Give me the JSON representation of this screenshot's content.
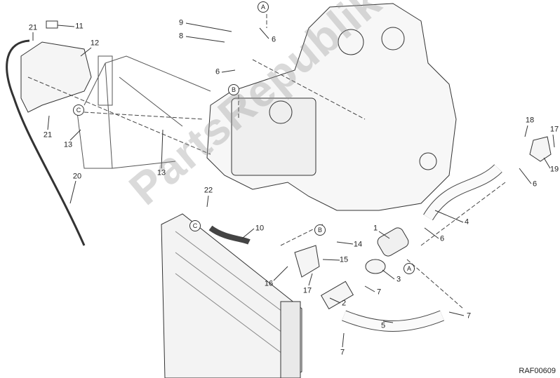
{
  "diagram": {
    "drawing_code": "RAF00609",
    "watermark": "PartsRepublik",
    "part_labels": [
      "21",
      "11",
      "12",
      "9",
      "8",
      "6",
      "6",
      "21",
      "13",
      "13",
      "20",
      "22",
      "10",
      "18",
      "17",
      "19",
      "6",
      "4",
      "6",
      "1",
      "14",
      "15",
      "16",
      "17",
      "3",
      "7",
      "2",
      "5",
      "7",
      "7"
    ],
    "reference_markers": [
      "A",
      "B",
      "C",
      "C",
      "B",
      "A"
    ]
  }
}
